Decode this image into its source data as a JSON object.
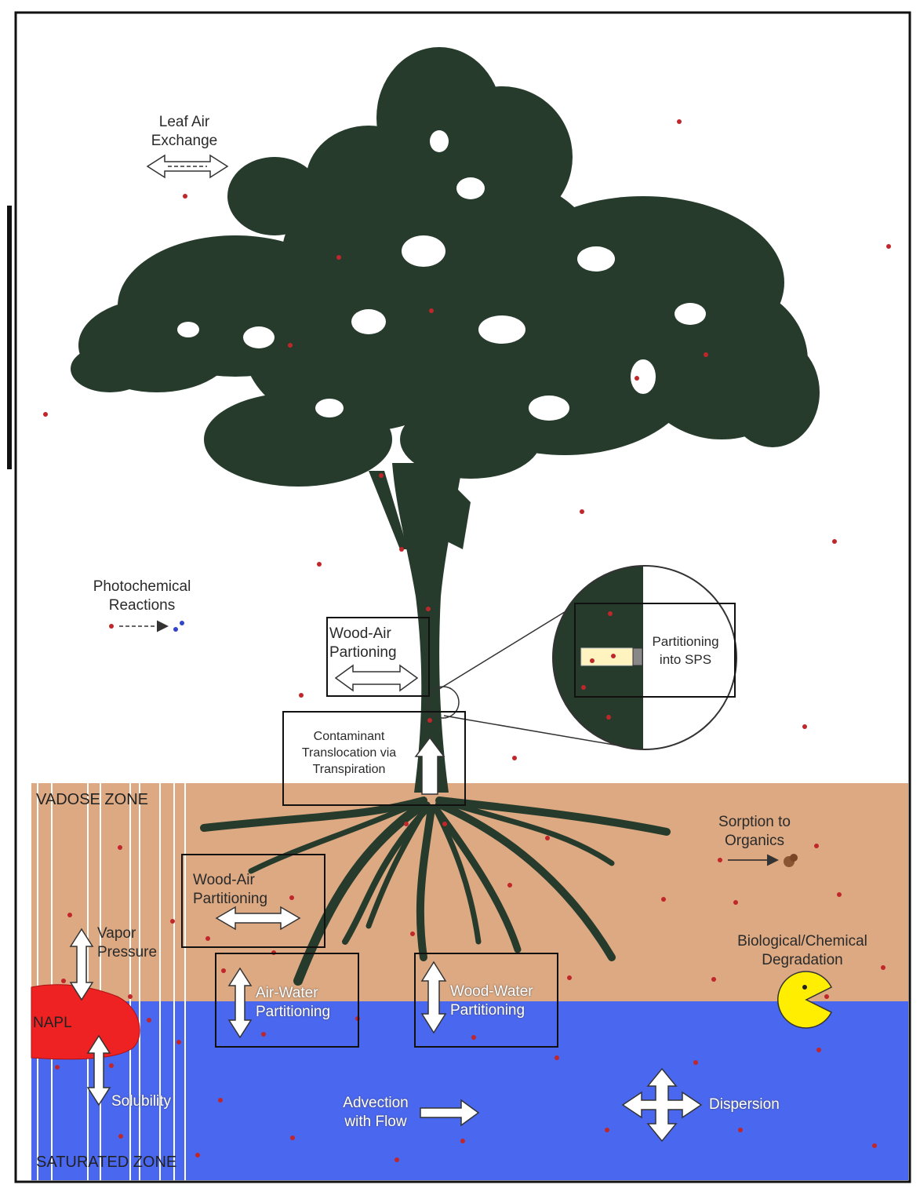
{
  "labels": {
    "leaf_air_1": "Leaf Air",
    "leaf_air_2": "Exchange",
    "photo_1": "Photochemical",
    "photo_2": "Reactions",
    "wood_air_top_1": "Wood-Air",
    "wood_air_top_2": "Partioning",
    "contaminant_1": "Contaminant",
    "contaminant_2": "Translocation via",
    "contaminant_3": "Transpiration",
    "sps_1": "Partitioning",
    "sps_2": "into SPS",
    "vadose": "VADOSE ZONE",
    "saturated": "SATURATED ZONE",
    "sorption_1": "Sorption to",
    "sorption_2": "Organics",
    "wood_air_low_1": "Wood-Air",
    "wood_air_low_2": "Partitioning",
    "vapor_1": "Vapor",
    "vapor_2": "Pressure",
    "bio_1": "Biological/Chemical",
    "bio_2": "Degradation",
    "air_water_1": "Air-Water",
    "air_water_2": "Partitioning",
    "wood_water_1": "Wood-Water",
    "wood_water_2": "Partitioning",
    "napl": "NAPL",
    "solubility": "Solubility",
    "advection_1": "Advection",
    "advection_2": "with Flow",
    "dispersion": "Dispersion"
  },
  "colors": {
    "tree": "#263b2c",
    "soil": "#dca982",
    "water": "#4a67f0",
    "napl": "#ee2222",
    "pacman": "#ffee00",
    "particle": "#c0262a"
  }
}
